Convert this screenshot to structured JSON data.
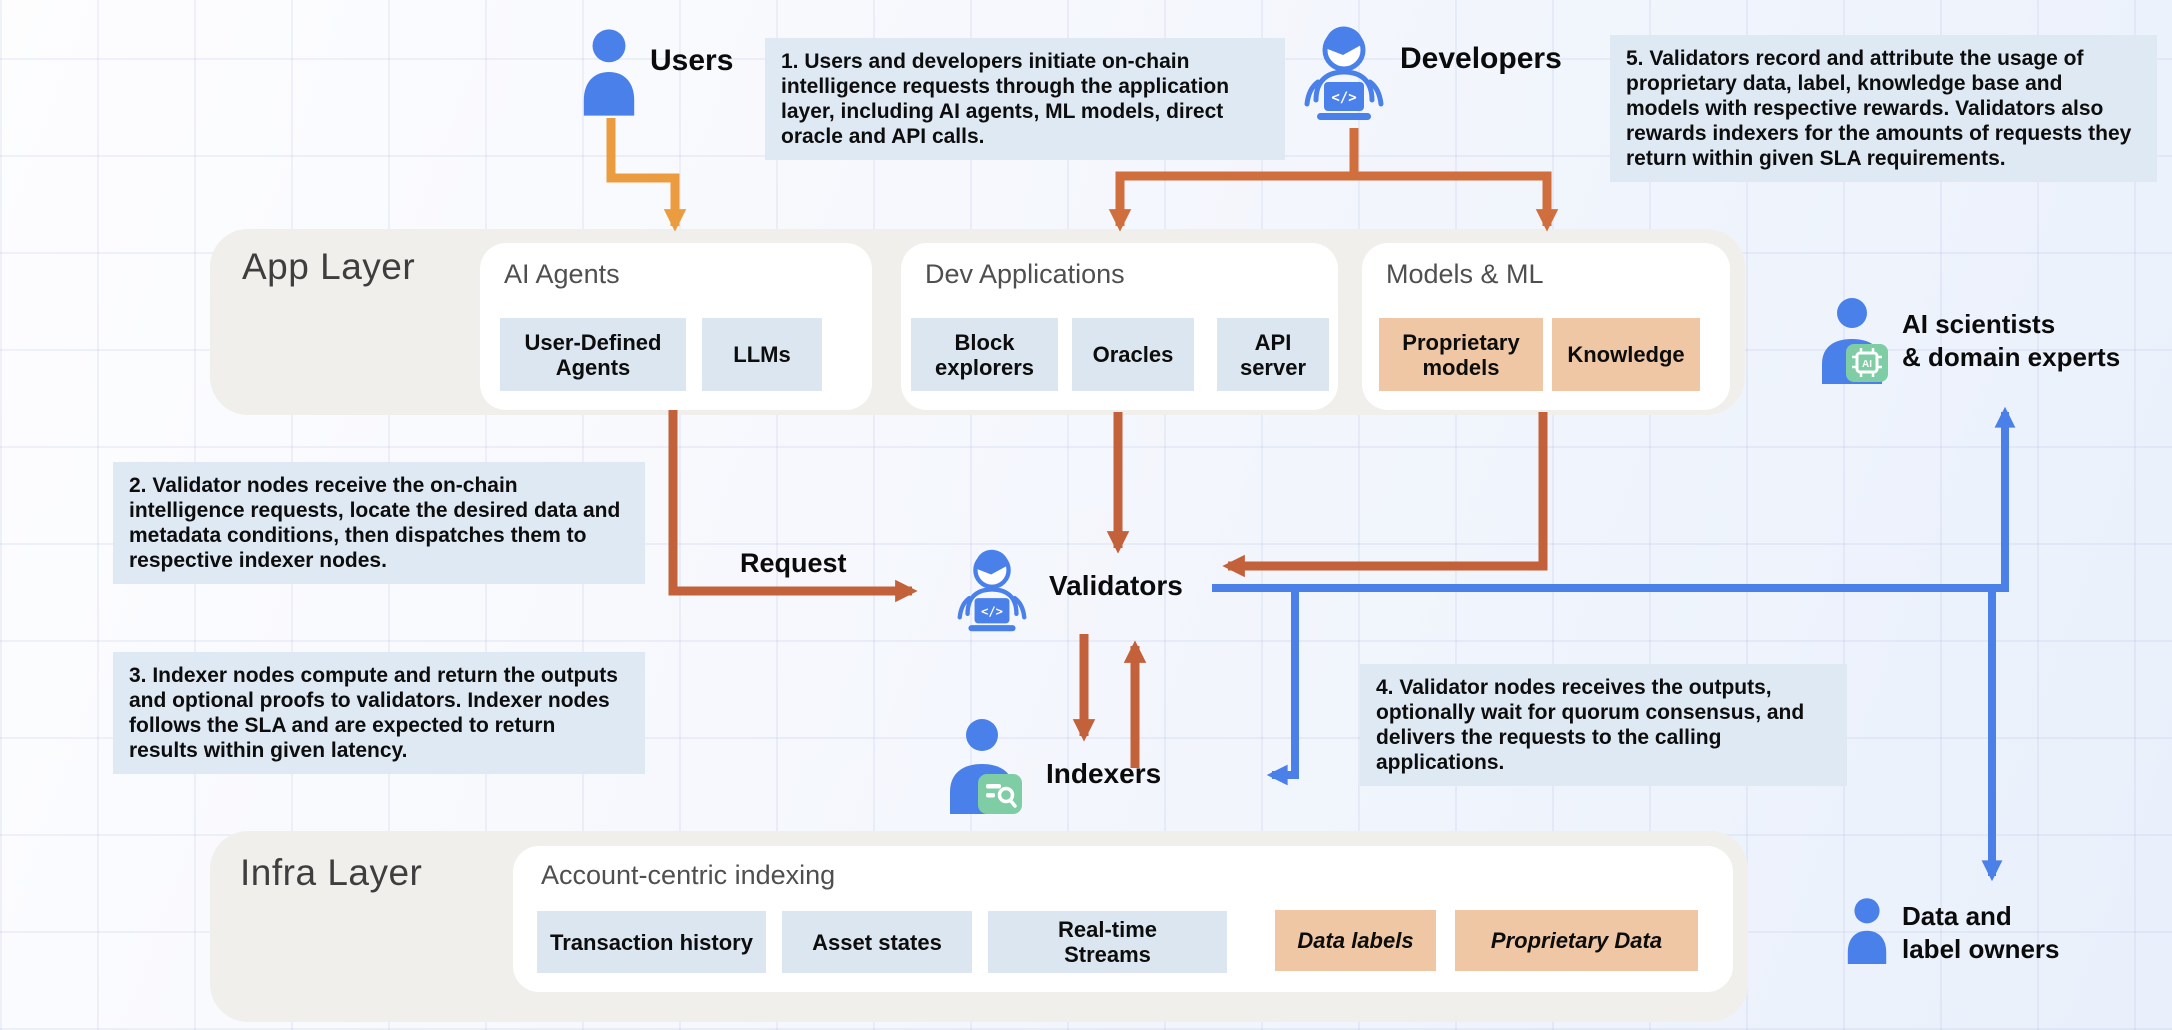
{
  "colors": {
    "icon_blue": "#4a80ea",
    "arrow_blue": "#4a80e8",
    "arrow_orange_bright": "#eb9c3f",
    "arrow_orange_dev": "#d06f3d",
    "arrow_orange_core": "#c2613a",
    "badge_green": "#7ecda4",
    "chip_blue": "#dbe6f0",
    "chip_orange": "#f0c7a4",
    "callout_bg": "#dfe9f3",
    "container_gray": "#f1efec"
  },
  "actors": {
    "users": {
      "label": "Users"
    },
    "developers": {
      "label": "Developers"
    },
    "validators": {
      "label": "Validators"
    },
    "indexers": {
      "label": "Indexers"
    },
    "ai_scientists": {
      "line1": "AI scientists",
      "line2": "& domain experts"
    },
    "data_owners": {
      "line1": "Data and",
      "line2": "label owners"
    }
  },
  "edge_labels": {
    "request": "Request"
  },
  "callouts": {
    "step1": "1. Users and developers initiate on-chain intelligence requests through the application layer, including AI agents, ML models, direct oracle and API calls.",
    "step2": "2. Validator nodes receive the on-chain intelligence requests, locate the desired data and metadata conditions, then dispatches them to respective indexer nodes.",
    "step3": "3. Indexer nodes compute and return the outputs and optional proofs to validators. Indexer nodes follows the SLA and are expected to return results within given latency.",
    "step4": "4. Validator nodes receives the outputs, optionally wait for quorum consensus, and delivers the requests to the calling applications.",
    "step5": "5. Validators record and attribute the usage of proprietary data, label, knowledge base and models with respective rewards.  Validators also rewards indexers for the amounts of requests they return within given SLA requirements."
  },
  "app_layer": {
    "label": "App Layer",
    "cards": [
      {
        "title": "AI Agents",
        "items": [
          {
            "label": "User-Defined Agents"
          },
          {
            "label": "LLMs"
          }
        ]
      },
      {
        "title": "Dev Applications",
        "items": [
          {
            "label": "Block explorers"
          },
          {
            "label": "Oracles"
          },
          {
            "label": "API server"
          }
        ]
      },
      {
        "title": "Models & ML",
        "items": [
          {
            "label": "Proprietary models"
          },
          {
            "label": "Knowledge"
          }
        ]
      }
    ]
  },
  "infra_layer": {
    "label": "Infra Layer",
    "card": {
      "title": "Account-centric indexing",
      "items": [
        {
          "label": "Transaction history"
        },
        {
          "label": "Asset states"
        },
        {
          "label": "Real-time Streams"
        },
        {
          "label": "Data labels"
        },
        {
          "label": "Proprietary Data"
        }
      ]
    }
  }
}
